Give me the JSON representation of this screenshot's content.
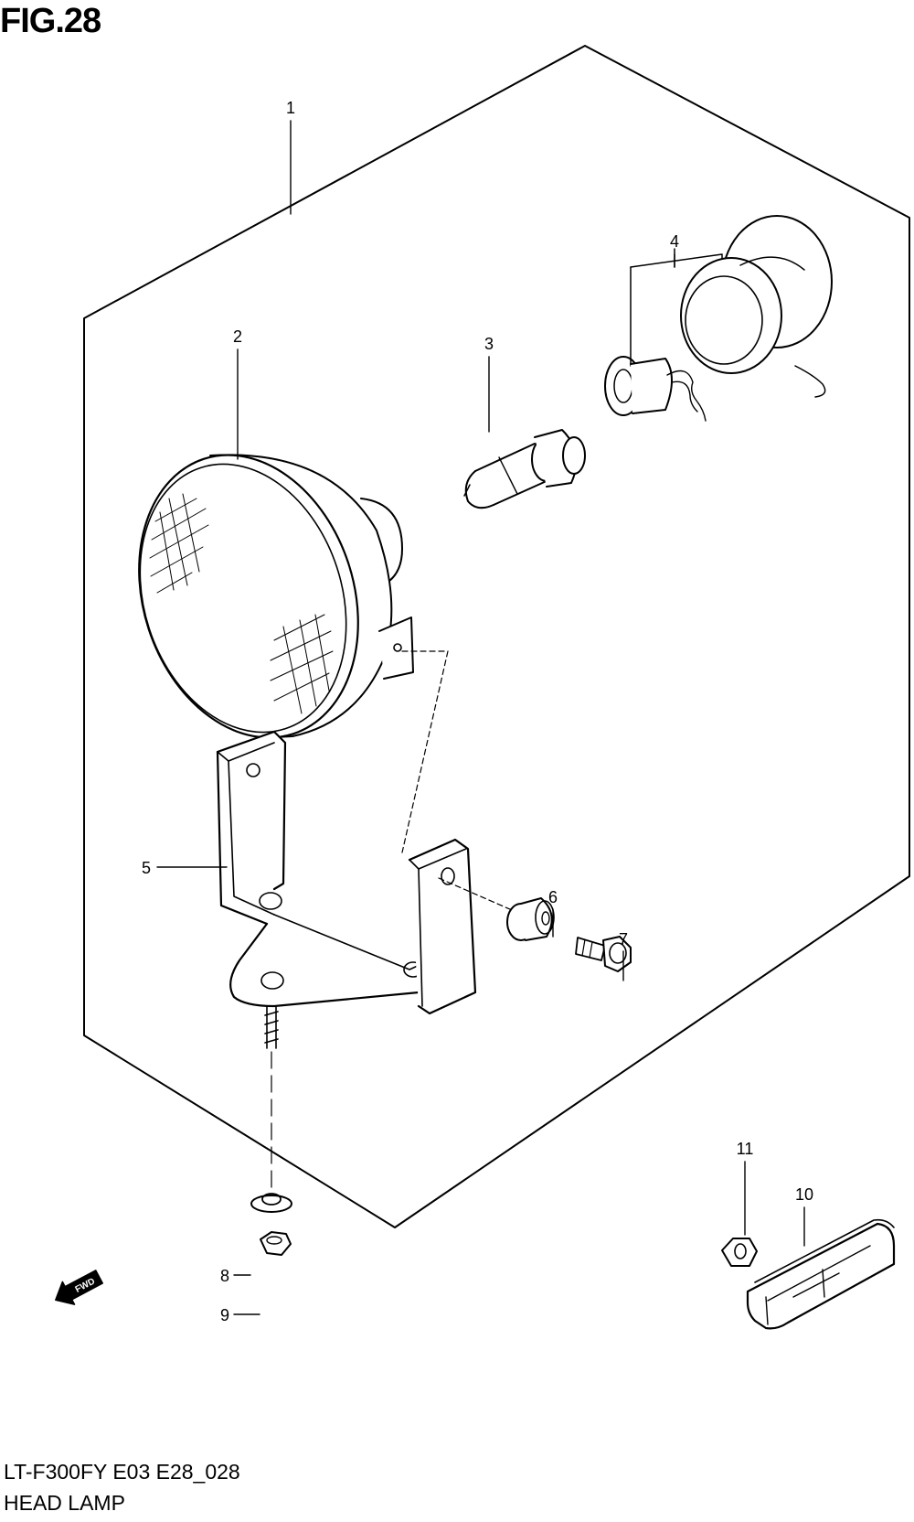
{
  "figure": {
    "title": "FIG.28",
    "model_code": "LT-F300FY E03 E28_028",
    "assembly_name": "HEAD LAMP"
  },
  "callouts": [
    {
      "part_number": "1"
    },
    {
      "part_number": "2"
    },
    {
      "part_number": "3"
    },
    {
      "part_number": "4"
    },
    {
      "part_number": "5"
    },
    {
      "part_number": "6"
    },
    {
      "part_number": "7"
    },
    {
      "part_number": "8"
    },
    {
      "part_number": "9"
    },
    {
      "part_number": "10"
    },
    {
      "part_number": "11"
    }
  ],
  "direction_indicator": {
    "label": "FWD"
  }
}
